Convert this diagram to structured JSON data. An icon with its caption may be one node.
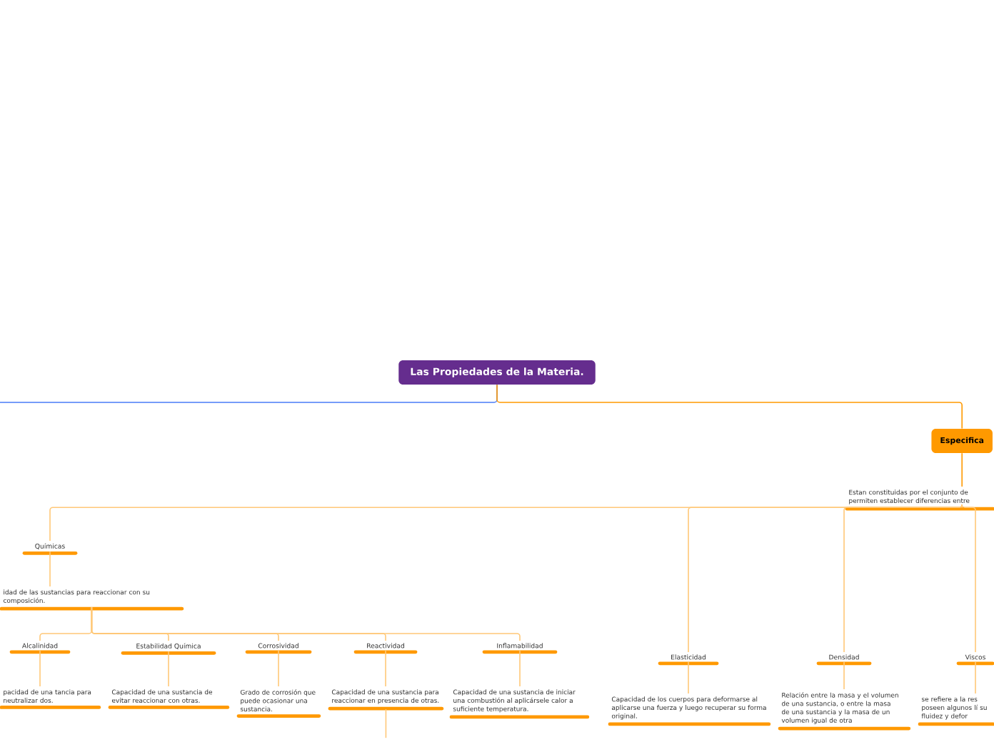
{
  "diagram": {
    "nodes": [
      {
        "text": [
          "Las Propiedades de la Materia."
        ]
      },
      {
        "text": [
          "Especifica"
        ]
      },
      {
        "text": [
          "Estan constituidas por el conjunto de permiten establecer diferencias entre"
        ]
      },
      {
        "text": [
          "Químicas"
        ]
      },
      {
        "text": [
          "idad de las sustancias para reaccionar con su composición."
        ]
      },
      {
        "text": [
          "Alcalinidad"
        ]
      },
      {
        "text": [
          "pacidad de una tancia para neutralizar dos."
        ]
      },
      {
        "text": [
          "Estabilidad Química"
        ]
      },
      {
        "text": [
          "Capacidad de una sustancia de evitar reaccionar con otras."
        ]
      },
      {
        "text": [
          "Corrosividad"
        ]
      },
      {
        "text": [
          "Grado de corrosión que puede ocasionar una sustancia."
        ]
      },
      {
        "text": [
          "Reactividad"
        ]
      },
      {
        "text": [
          "Capacidad de una sustancia para reaccionar en presencia de otras."
        ]
      },
      {
        "text": [
          "Inflamabilidad"
        ]
      },
      {
        "text": [
          "Capacidad de una sustancia de iniciar una combustión al aplicársele calor a suficiente temperatura."
        ]
      },
      {
        "text": [
          "Elasticidad"
        ]
      },
      {
        "text": [
          "Capacidad de los cuerpos para deformarse al aplicarse una fuerza y luego recuperar su forma original."
        ]
      },
      {
        "text": [
          "Densidad"
        ]
      },
      {
        "text": [
          "Relación entre la masa y el volumen de una sustancia, o entre la masa de una sustancia y la masa de un volumen igual de otra"
        ]
      },
      {
        "text": [
          "Viscos"
        ]
      },
      {
        "text": [
          "se refiere a la res poseen algunos lí su fluidez y defor"
        ]
      }
    ],
    "edges": [
      {
        "from": 0,
        "to": null,
        "arrow": "none",
        "color": "#4a7cf7"
      },
      {
        "from": 0,
        "to": 1,
        "arrow": "none",
        "color": "#ff9900"
      },
      {
        "from": 1,
        "to": 2,
        "arrow": "none",
        "color": "#ff9900"
      },
      {
        "from": 2,
        "to": 3,
        "arrow": "none"
      },
      {
        "from": 3,
        "to": 4,
        "arrow": "none"
      },
      {
        "from": 4,
        "to": 5,
        "arrow": "none"
      },
      {
        "from": 4,
        "to": 7,
        "arrow": "none"
      },
      {
        "from": 4,
        "to": 9,
        "arrow": "none"
      },
      {
        "from": 4,
        "to": 11,
        "arrow": "none"
      },
      {
        "from": 4,
        "to": 13,
        "arrow": "none"
      },
      {
        "from": 5,
        "to": 6,
        "arrow": "none"
      },
      {
        "from": 7,
        "to": 8,
        "arrow": "none"
      },
      {
        "from": 9,
        "to": 10,
        "arrow": "none"
      },
      {
        "from": 11,
        "to": 12,
        "arrow": "none"
      },
      {
        "from": 13,
        "to": 14,
        "arrow": "none"
      },
      {
        "from": 12,
        "to": null,
        "arrow": "none"
      },
      {
        "from": 2,
        "to": 15,
        "arrow": "none"
      },
      {
        "from": 2,
        "to": 17,
        "arrow": "none"
      },
      {
        "from": 2,
        "to": 19,
        "arrow": "none"
      },
      {
        "from": 15,
        "to": 16,
        "arrow": "none"
      },
      {
        "from": 17,
        "to": 18,
        "arrow": "none"
      },
      {
        "from": 19,
        "to": 20,
        "arrow": "none"
      }
    ]
  }
}
